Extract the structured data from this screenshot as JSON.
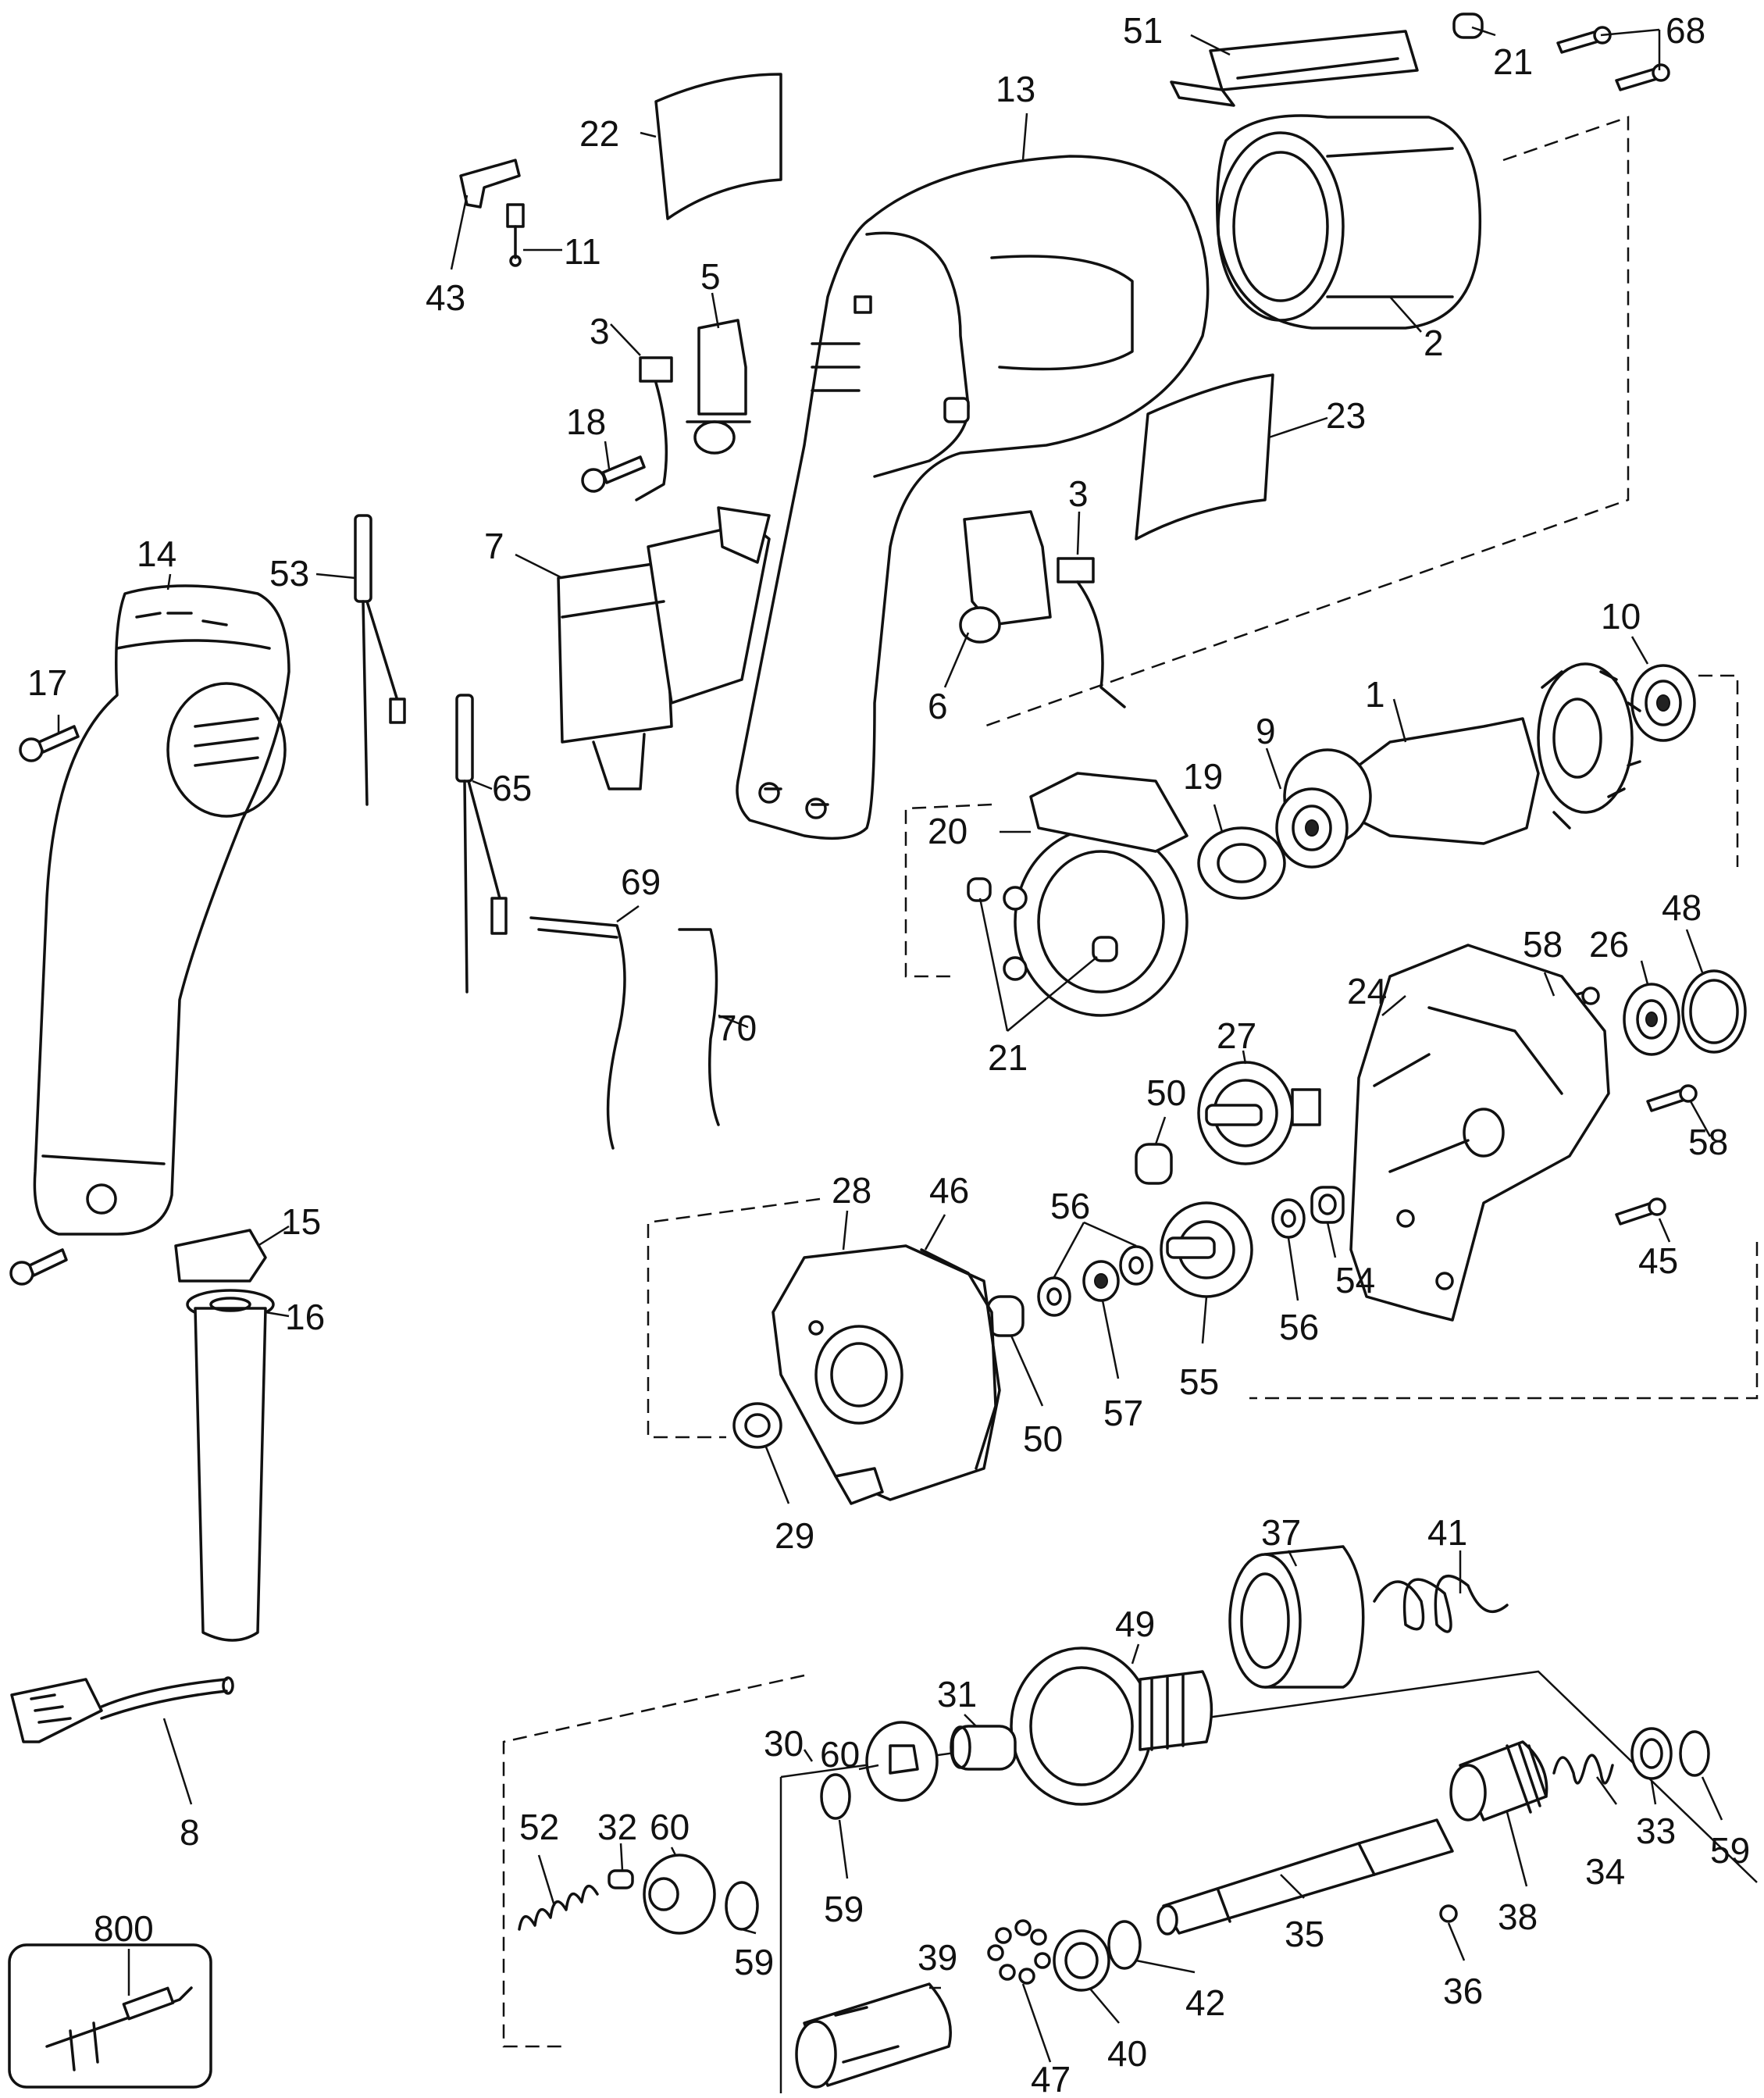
{
  "diagram": {
    "callouts": [
      {
        "id": "c51",
        "text": "51"
      },
      {
        "id": "c21a",
        "text": "21"
      },
      {
        "id": "c68",
        "text": "68"
      },
      {
        "id": "c13",
        "text": "13"
      },
      {
        "id": "c22",
        "text": "22"
      },
      {
        "id": "c11",
        "text": "11"
      },
      {
        "id": "c43",
        "text": "43"
      },
      {
        "id": "c5",
        "text": "5"
      },
      {
        "id": "c3a",
        "text": "3"
      },
      {
        "id": "c2",
        "text": "2"
      },
      {
        "id": "c18",
        "text": "18"
      },
      {
        "id": "c23",
        "text": "23"
      },
      {
        "id": "c3b",
        "text": "3"
      },
      {
        "id": "c14",
        "text": "14"
      },
      {
        "id": "c53",
        "text": "53"
      },
      {
        "id": "c7",
        "text": "7"
      },
      {
        "id": "c10",
        "text": "10"
      },
      {
        "id": "c17",
        "text": "17"
      },
      {
        "id": "c1",
        "text": "1"
      },
      {
        "id": "c6",
        "text": "6"
      },
      {
        "id": "c9",
        "text": "9"
      },
      {
        "id": "c65",
        "text": "65"
      },
      {
        "id": "c19",
        "text": "19"
      },
      {
        "id": "c20",
        "text": "20"
      },
      {
        "id": "c69",
        "text": "69"
      },
      {
        "id": "c48",
        "text": "48"
      },
      {
        "id": "c58a",
        "text": "58"
      },
      {
        "id": "c26",
        "text": "26"
      },
      {
        "id": "c24",
        "text": "24"
      },
      {
        "id": "c70",
        "text": "70"
      },
      {
        "id": "c21b",
        "text": "21"
      },
      {
        "id": "c27",
        "text": "27"
      },
      {
        "id": "c50a",
        "text": "50"
      },
      {
        "id": "c58b",
        "text": "58"
      },
      {
        "id": "c28",
        "text": "28"
      },
      {
        "id": "c46",
        "text": "46"
      },
      {
        "id": "c15",
        "text": "15"
      },
      {
        "id": "c56a",
        "text": "56"
      },
      {
        "id": "c16",
        "text": "16"
      },
      {
        "id": "c45",
        "text": "45"
      },
      {
        "id": "c54",
        "text": "54"
      },
      {
        "id": "c56b",
        "text": "56"
      },
      {
        "id": "c55",
        "text": "55"
      },
      {
        "id": "c57",
        "text": "57"
      },
      {
        "id": "c50b",
        "text": "50"
      },
      {
        "id": "c29",
        "text": "29"
      },
      {
        "id": "c41",
        "text": "41"
      },
      {
        "id": "c37",
        "text": "37"
      },
      {
        "id": "c49",
        "text": "49"
      },
      {
        "id": "c8",
        "text": "8"
      },
      {
        "id": "c30",
        "text": "30"
      },
      {
        "id": "c31",
        "text": "31"
      },
      {
        "id": "c60a",
        "text": "60"
      },
      {
        "id": "c33",
        "text": "33"
      },
      {
        "id": "c59a",
        "text": "59"
      },
      {
        "id": "c34",
        "text": "34"
      },
      {
        "id": "c59b",
        "text": "59"
      },
      {
        "id": "c38",
        "text": "38"
      },
      {
        "id": "c800",
        "text": "800"
      },
      {
        "id": "c52",
        "text": "52"
      },
      {
        "id": "c32",
        "text": "32"
      },
      {
        "id": "c60b",
        "text": "60"
      },
      {
        "id": "c39",
        "text": "39"
      },
      {
        "id": "c59c",
        "text": "59"
      },
      {
        "id": "c35",
        "text": "35"
      },
      {
        "id": "c36",
        "text": "36"
      },
      {
        "id": "c42",
        "text": "42"
      },
      {
        "id": "c40",
        "text": "40"
      },
      {
        "id": "c47",
        "text": "47"
      }
    ]
  }
}
